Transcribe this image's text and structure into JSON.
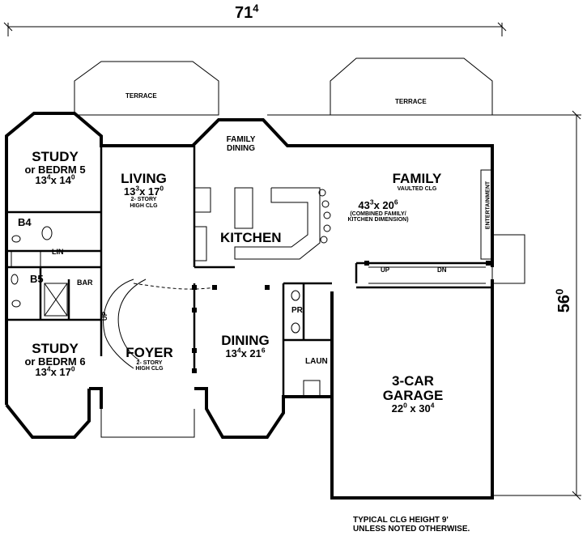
{
  "dimensions": {
    "width": {
      "main": "71",
      "sup": "4"
    },
    "depth": {
      "main": "56",
      "sup": "0"
    }
  },
  "rooms": {
    "terrace_left": "TERRACE",
    "terrace_right": "TERRACE",
    "study5": {
      "name": "STUDY",
      "alt": "or BEDRM 5",
      "w": "13",
      "w_sup": "4",
      "x": "x",
      "d": "14",
      "d_sup": "0"
    },
    "living": {
      "name": "LIVING",
      "w": "13",
      "w_sup": "3",
      "x": "x",
      "d": "17",
      "d_sup": "0",
      "note1": "2- STORY",
      "note2": "HIGH CLG"
    },
    "family_dining": {
      "line1": "FAMILY",
      "line2": "DINING"
    },
    "family": {
      "name": "FAMILY",
      "note": "VAULTED CLG",
      "w": "43",
      "w_sup": "3",
      "x": "x",
      "d": "20",
      "d_sup": "6",
      "note2": "(COMBINED FAMILY/",
      "note3": "KITCHEN DIMENSION)"
    },
    "kitchen": "KITCHEN",
    "entertainment": "ENTERTAINMENT",
    "b4": "B4",
    "lin": "LIN",
    "b5": "B5",
    "bar": "BAR",
    "stair_up": "UP",
    "up": "UP",
    "dn": "DN",
    "pr": "PR",
    "laun": "LAUN",
    "study6": {
      "name": "STUDY",
      "alt": "or BEDRM 6",
      "w": "13",
      "w_sup": "4",
      "x": "x",
      "d": "17",
      "d_sup": "0"
    },
    "foyer": {
      "name": "FOYER",
      "note1": "2- STORY",
      "note2": "HIGH CLG"
    },
    "dining": {
      "name": "DINING",
      "w": "13",
      "w_sup": "4",
      "x": "x",
      "d": "21",
      "d_sup": "6"
    },
    "garage": {
      "name1": "3-CAR",
      "name2": "GARAGE",
      "w": "22",
      "w_sup": "0",
      "x": " x ",
      "d": "30",
      "d_sup": "4"
    }
  },
  "footnote": {
    "line1": "TYPICAL CLG HEIGHT 9'",
    "line2": "UNLESS NOTED OTHERWISE."
  }
}
